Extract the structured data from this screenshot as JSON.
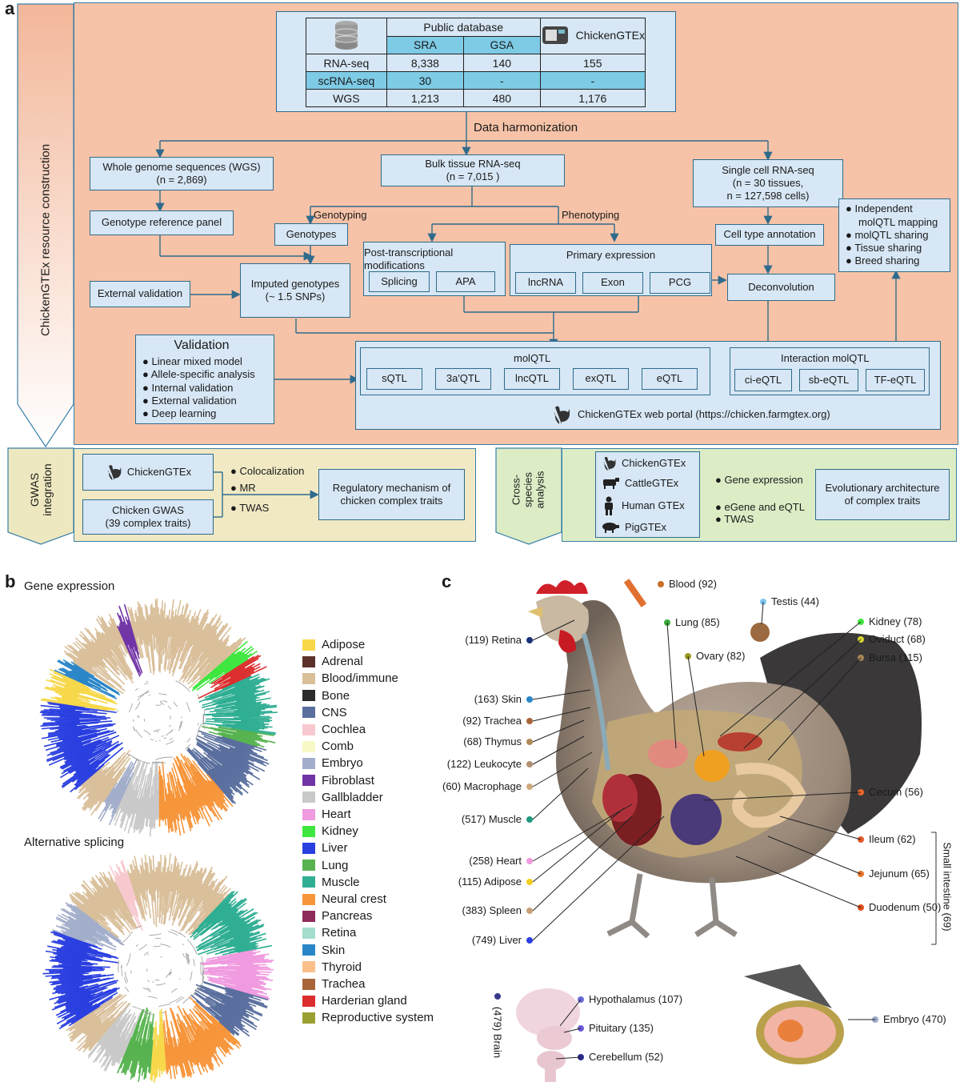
{
  "panels": {
    "a": "a",
    "b": "b",
    "c": "c"
  },
  "side_labels": {
    "construction": "ChickenGTEx resource construction",
    "gwas": "GWAS integration",
    "gwas_l1": "GWAS",
    "gwas_l2": "integration",
    "cross_l1": "Cross-",
    "cross_l2": "species",
    "cross_l3": "analysis"
  },
  "db_table": {
    "public_database": "Public database",
    "sra": "SRA",
    "gsa": "GSA",
    "chickengtex": "ChickenGTEx",
    "rows": [
      {
        "label": "RNA-seq",
        "sra": "8,338",
        "gsa": "140",
        "cg": "155"
      },
      {
        "label": "scRNA-seq",
        "sra": "30",
        "gsa": "-",
        "cg": "-"
      },
      {
        "label": "WGS",
        "sra": "1,213",
        "gsa": "480",
        "cg": "1,176"
      }
    ]
  },
  "flow": {
    "harmonization": "Data harmonization",
    "wgs_l1": "Whole genome sequences (WGS)",
    "wgs_l2": "(n = 2,869)",
    "bulk_l1": "Bulk tissue RNA-seq",
    "bulk_l2": "(n = 7,015 )",
    "sc_l1": "Single cell RNA-seq",
    "sc_l2": "(n = 30 tissues,",
    "sc_l3": "n = 127,598 cells)",
    "genotype_ref": "Genotype reference panel",
    "genotyping": "Genotyping",
    "phenotyping": "Phenotyping",
    "genotypes": "Genotypes",
    "ptm_l1": "Post-transcriptional",
    "ptm_l2": "modifications",
    "splicing": "Splicing",
    "apa": "APA",
    "primary": "Primary expression",
    "lncrna": "lncRNA",
    "exon": "Exon",
    "pcg": "PCG",
    "cell_type": "Cell type annotation",
    "deconvolution": "Deconvolution",
    "independent": [
      "Independent",
      "molQTL mapping",
      "molQTL sharing",
      "Tissue sharing",
      "Breed sharing"
    ],
    "external_validation": "External validation",
    "imputed_l1": "Imputed genotypes",
    "imputed_l2": "(~ 1.5 SNPs)",
    "validation_title": "Validation",
    "validation_items": [
      "Linear mixed model",
      "Allele-specific analysis",
      "Internal validation",
      "External validation",
      "Deep learning"
    ],
    "molqtl": "molQTL",
    "molqtl_items": [
      "sQTL",
      "3a′QTL",
      "lncQTL",
      "exQTL",
      "eQTL"
    ],
    "interaction": "Interaction molQTL",
    "interaction_items": [
      "ci-eQTL",
      "sb-eQTL",
      "TF-eQTL"
    ],
    "portal": "ChickenGTEx web portal (https://chicken.farmgtex.org)"
  },
  "gwas": {
    "chickengtex": "ChickenGTEx",
    "chicken_gwas_l1": "Chicken GWAS",
    "chicken_gwas_l2": "(39 complex traits)",
    "methods": [
      "Colocalization",
      "MR",
      "TWAS"
    ],
    "result_l1": "Regulatory mechanism of",
    "result_l2": "chicken complex traits"
  },
  "cross": {
    "sources": [
      "ChickenGTEx",
      "CattleGTEx",
      "Human GTEx",
      "PigGTEx"
    ],
    "methods": [
      "Gene expression",
      "eGene and eQTL",
      "TWAS"
    ],
    "result_l1": "Evolutionary architecture",
    "result_l2": "of complex traits"
  },
  "panel_b": {
    "title_top": "Gene expression",
    "title_bottom": "Alternative splicing",
    "legend": [
      {
        "name": "Adipose",
        "color": "#f7d84a"
      },
      {
        "name": "Adrenal",
        "color": "#5b3128"
      },
      {
        "name": "Blood/immune",
        "color": "#d9bf9a"
      },
      {
        "name": "Bone",
        "color": "#2b2b2b"
      },
      {
        "name": "CNS",
        "color": "#5a6f9e"
      },
      {
        "name": "Cochlea",
        "color": "#f7c9cf"
      },
      {
        "name": "Comb",
        "color": "#f8f8c8"
      },
      {
        "name": "Embryo",
        "color": "#a3aecb"
      },
      {
        "name": "Fibroblast",
        "color": "#7134a6"
      },
      {
        "name": "Gallbladder",
        "color": "#c9c9c9"
      },
      {
        "name": "Heart",
        "color": "#f09ae0"
      },
      {
        "name": "Kidney",
        "color": "#3fe63f"
      },
      {
        "name": "Liver",
        "color": "#2a3fe0"
      },
      {
        "name": "Lung",
        "color": "#57b34f"
      },
      {
        "name": "Muscle",
        "color": "#2fae93"
      },
      {
        "name": "Neural crest",
        "color": "#f7953a"
      },
      {
        "name": "Pancreas",
        "color": "#8e2b5b"
      },
      {
        "name": "Retina",
        "color": "#a4dccd"
      },
      {
        "name": "Skin",
        "color": "#2a86c8"
      },
      {
        "name": "Thyroid",
        "color": "#fbc08a"
      },
      {
        "name": "Trachea",
        "color": "#a8653a"
      },
      {
        "name": "Harderian gland",
        "color": "#dc2e2e"
      },
      {
        "name": "Reproductive system",
        "color": "#9aa030"
      }
    ]
  },
  "panel_c": {
    "left": [
      {
        "label": "(119) Retina",
        "color": "#1b2f7a"
      },
      {
        "label": "(163) Skin",
        "color": "#2a86c8"
      },
      {
        "label": "(92) Trachea",
        "color": "#a8653a"
      },
      {
        "label": "(68) Thymus",
        "color": "#b08a5a"
      },
      {
        "label": "(122) Leukocyte",
        "color": "#b09070"
      },
      {
        "label": "(60) Macrophage",
        "color": "#d0aa80"
      },
      {
        "label": "(517) Muscle",
        "color": "#1f9a7f"
      },
      {
        "label": "(258) Heart",
        "color": "#f09ae0"
      },
      {
        "label": "(115) Adipose",
        "color": "#f2cf1d"
      },
      {
        "label": "(383) Spleen",
        "color": "#c8a078"
      },
      {
        "label": "(749) Liver",
        "color": "#2a3fe0"
      }
    ],
    "top": [
      {
        "label": "Blood (92)",
        "color": "#c8702a"
      },
      {
        "label": "Lung (85)",
        "color": "#3aaa3a"
      },
      {
        "label": "Ovary (82)",
        "color": "#9a9a20"
      },
      {
        "label": "Testis (44)",
        "color": "#7fc4ee"
      }
    ],
    "right": [
      {
        "label": "Kidney (78)",
        "color": "#3fe63f"
      },
      {
        "label": "Oviduct (68)",
        "color": "#d8d830"
      },
      {
        "label": "Bursa (115)",
        "color": "#a8855a"
      },
      {
        "label": "Cecum (56)",
        "color": "#e9662a"
      },
      {
        "label": "Ileum (62)",
        "color": "#e85a2a"
      },
      {
        "label": "Jejunum (65)",
        "color": "#e9742a"
      },
      {
        "label": "Duodenum (50)",
        "color": "#e0501a"
      }
    ],
    "small_intestine": "Small intestine (69)",
    "brain": "(479) Brain",
    "brain_parts": [
      {
        "label": "Hypothalamus (107)",
        "color": "#6a6ad8"
      },
      {
        "label": "Pituitary (135)",
        "color": "#6a5ad8"
      },
      {
        "label": "Cerebellum (52)",
        "color": "#2a2a8a"
      }
    ],
    "embryo": "Embryo (470)"
  }
}
